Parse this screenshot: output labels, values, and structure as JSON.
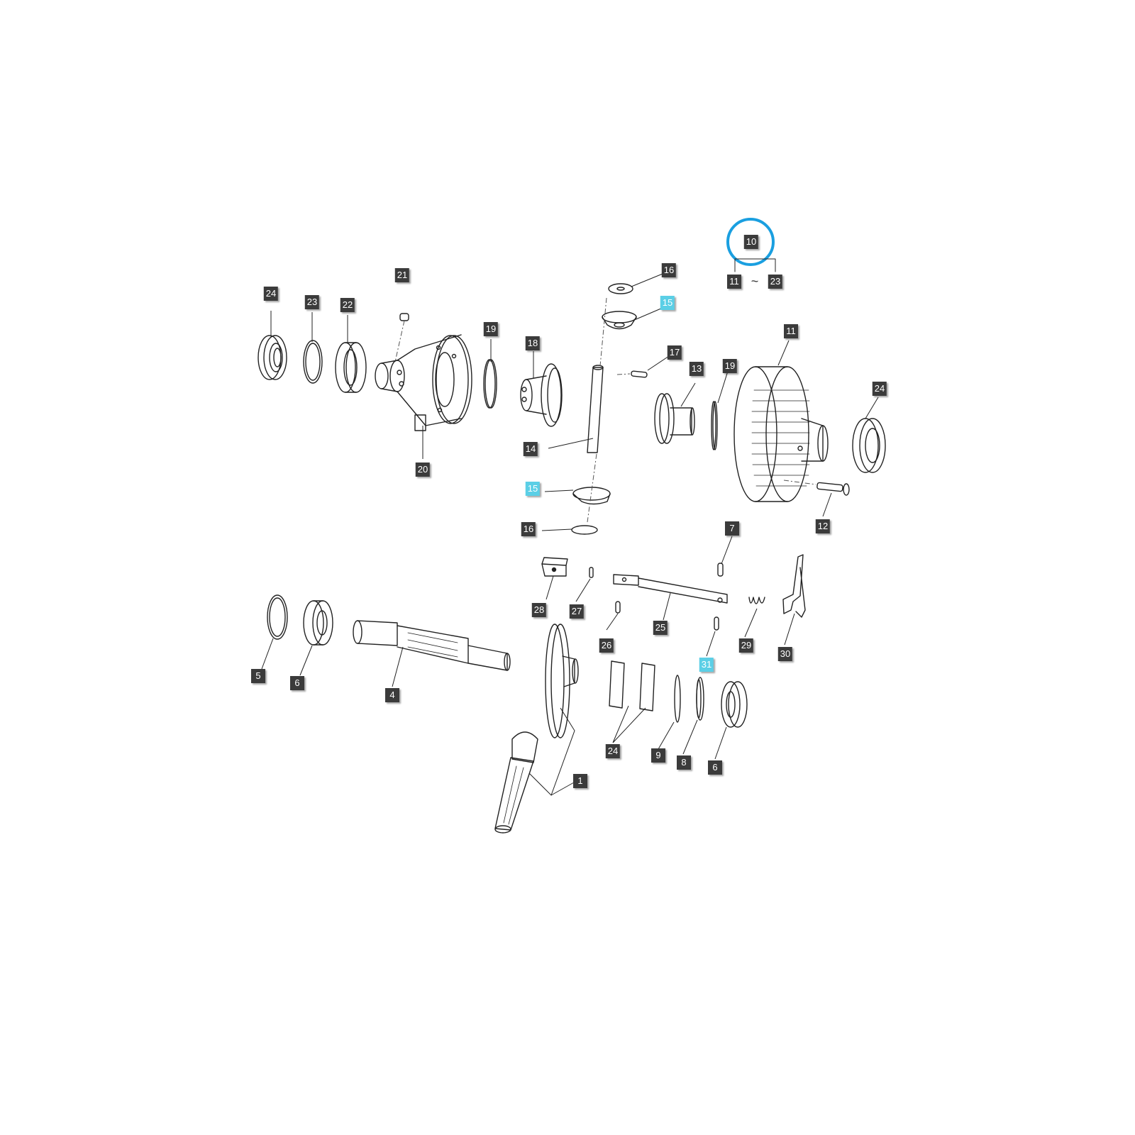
{
  "colors": {
    "label_bg": "#3b3b3b",
    "label_text": "#ffffff",
    "highlight_bg": "#5bcfe6",
    "circle": "#1a9fe0",
    "line": "#222222"
  },
  "group": {
    "label": "10",
    "range_from": "11",
    "range_sep": "~",
    "range_to": "23"
  },
  "labels": [
    {
      "id": "l24a",
      "text": "24",
      "highlight": false
    },
    {
      "id": "l23",
      "text": "23",
      "highlight": false
    },
    {
      "id": "l22",
      "text": "22",
      "highlight": false
    },
    {
      "id": "l21",
      "text": "21",
      "highlight": false
    },
    {
      "id": "l20",
      "text": "20",
      "highlight": false
    },
    {
      "id": "l19a",
      "text": "19",
      "highlight": false
    },
    {
      "id": "l18",
      "text": "18",
      "highlight": false
    },
    {
      "id": "l16a",
      "text": "16",
      "highlight": false
    },
    {
      "id": "l15a",
      "text": "15",
      "highlight": true
    },
    {
      "id": "l17",
      "text": "17",
      "highlight": false
    },
    {
      "id": "l13",
      "text": "13",
      "highlight": false
    },
    {
      "id": "l19b",
      "text": "19",
      "highlight": false
    },
    {
      "id": "l11",
      "text": "11",
      "highlight": false
    },
    {
      "id": "l24b",
      "text": "24",
      "highlight": false
    },
    {
      "id": "l14",
      "text": "14",
      "highlight": false
    },
    {
      "id": "l15b",
      "text": "15",
      "highlight": true
    },
    {
      "id": "l16b",
      "text": "16",
      "highlight": false
    },
    {
      "id": "l12",
      "text": "12",
      "highlight": false
    },
    {
      "id": "l7",
      "text": "7",
      "highlight": false
    },
    {
      "id": "l28",
      "text": "28",
      "highlight": false
    },
    {
      "id": "l27",
      "text": "27",
      "highlight": false
    },
    {
      "id": "l26",
      "text": "26",
      "highlight": false
    },
    {
      "id": "l25",
      "text": "25",
      "highlight": false
    },
    {
      "id": "l31",
      "text": "31",
      "highlight": true
    },
    {
      "id": "l29",
      "text": "29",
      "highlight": false
    },
    {
      "id": "l30",
      "text": "30",
      "highlight": false
    },
    {
      "id": "l5",
      "text": "5",
      "highlight": false
    },
    {
      "id": "l6a",
      "text": "6",
      "highlight": false
    },
    {
      "id": "l4",
      "text": "4",
      "highlight": false
    },
    {
      "id": "l24c",
      "text": "24",
      "highlight": false
    },
    {
      "id": "l9",
      "text": "9",
      "highlight": false
    },
    {
      "id": "l8",
      "text": "8",
      "highlight": false
    },
    {
      "id": "l6b",
      "text": "6",
      "highlight": false
    },
    {
      "id": "l1",
      "text": "1",
      "highlight": false
    }
  ]
}
